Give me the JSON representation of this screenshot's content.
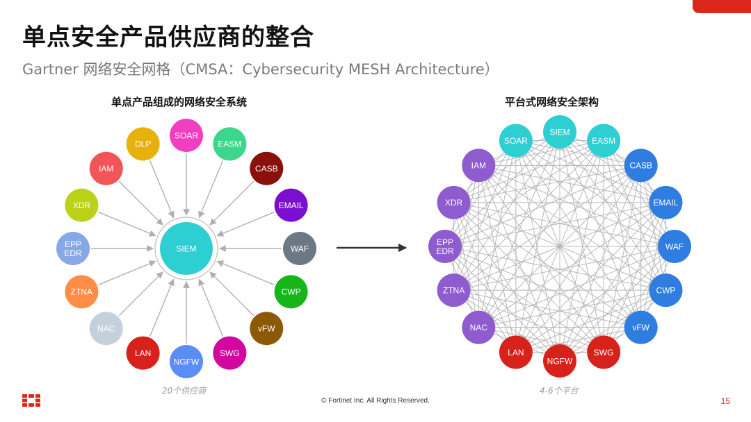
{
  "slide": {
    "title": "单点安全产品供应商的整合",
    "subtitle": "Gartner 网络安全网格（CMSA：Cybersecurity MESH Architecture）",
    "page_number": "15",
    "footer": "© Fortinet Inc. All Rights Reserved.",
    "brand_color": "#da291c"
  },
  "left_panel": {
    "title": "单点产品组成的网络安全系统",
    "caption": "20个供应商",
    "hub": {
      "label": "SIEM",
      "color": "#2ecfd3"
    },
    "nodes": [
      {
        "label": "SOAR",
        "color": "#f23fc2"
      },
      {
        "label": "EASM",
        "color": "#3ed68c"
      },
      {
        "label": "CASB",
        "color": "#8b0f0b"
      },
      {
        "label": "EMAIL",
        "color": "#7b0ecf"
      },
      {
        "label": "WAF",
        "color": "#6d7886"
      },
      {
        "label": "CWP",
        "color": "#17b51a"
      },
      {
        "label": "vFW",
        "color": "#8c5a06"
      },
      {
        "label": "SWG",
        "color": "#d2089e"
      },
      {
        "label": "NGFW",
        "color": "#5b8df6"
      },
      {
        "label": "LAN",
        "color": "#d6221b"
      },
      {
        "label": "NAC",
        "color": "#c4d1dc"
      },
      {
        "label": "ZTNA",
        "color": "#ff8c47"
      },
      {
        "label": "EPP\nEDR",
        "color": "#87a8e6"
      },
      {
        "label": "XDR",
        "color": "#bcd219"
      },
      {
        "label": "IAM",
        "color": "#f25555"
      },
      {
        "label": "DLP",
        "color": "#e6b10a"
      }
    ]
  },
  "right_panel": {
    "title": "平台式网络安全架构",
    "caption": "4-6个平台",
    "nodes": [
      {
        "label": "SIEM",
        "color": "#2ecfd3"
      },
      {
        "label": "EASM",
        "color": "#2ecfd3"
      },
      {
        "label": "CASB",
        "color": "#2f7de1"
      },
      {
        "label": "EMAIL",
        "color": "#2f7de1"
      },
      {
        "label": "WAF",
        "color": "#2f7de1"
      },
      {
        "label": "CWP",
        "color": "#2f7de1"
      },
      {
        "label": "vFW",
        "color": "#2f7de1"
      },
      {
        "label": "SWG",
        "color": "#d6221b"
      },
      {
        "label": "NGFW",
        "color": "#d6221b"
      },
      {
        "label": "LAN",
        "color": "#d6221b"
      },
      {
        "label": "NAC",
        "color": "#8f5ccf"
      },
      {
        "label": "ZTNA",
        "color": "#8f5ccf"
      },
      {
        "label": "EPP\nEDR",
        "color": "#8f5ccf"
      },
      {
        "label": "XDR",
        "color": "#8f5ccf"
      },
      {
        "label": "IAM",
        "color": "#8f5ccf"
      },
      {
        "label": "SOAR",
        "color": "#2ecfd3"
      }
    ]
  },
  "icons": {
    "transition_arrow": "right-arrow-icon",
    "logo": "fortinet-logo-icon"
  }
}
